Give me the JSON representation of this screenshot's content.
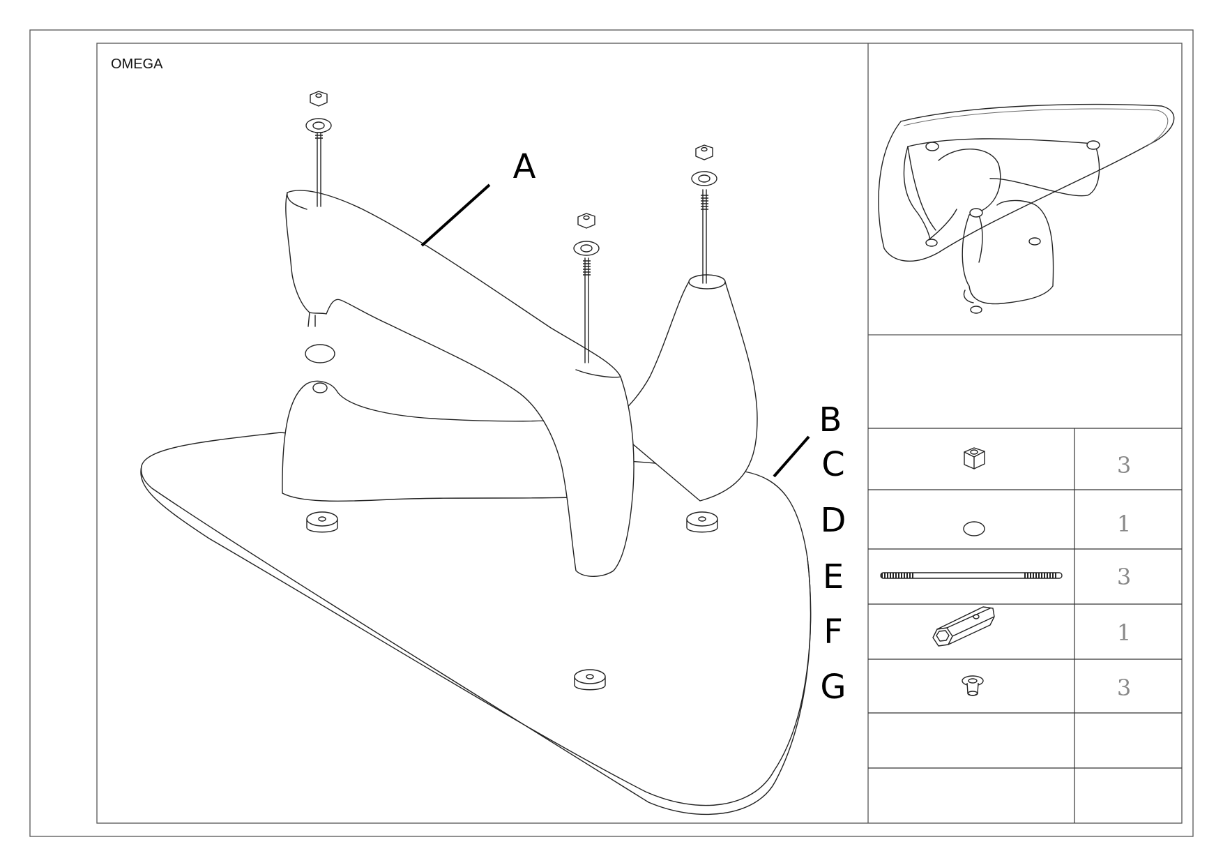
{
  "drawing_title": "OMEGA",
  "callouts": {
    "part_a": "A",
    "part_b": "B"
  },
  "parts_table": {
    "rows": [
      {
        "letter": "C",
        "icon": "hex-nut-icon",
        "quantity": "3"
      },
      {
        "letter": "D",
        "icon": "o-ring-icon",
        "quantity": "1"
      },
      {
        "letter": "E",
        "icon": "threaded-rod-icon",
        "quantity": "3"
      },
      {
        "letter": "F",
        "icon": "hex-key-tool-icon",
        "quantity": "1"
      },
      {
        "letter": "G",
        "icon": "glass-pad-washer-icon",
        "quantity": "3"
      }
    ]
  }
}
